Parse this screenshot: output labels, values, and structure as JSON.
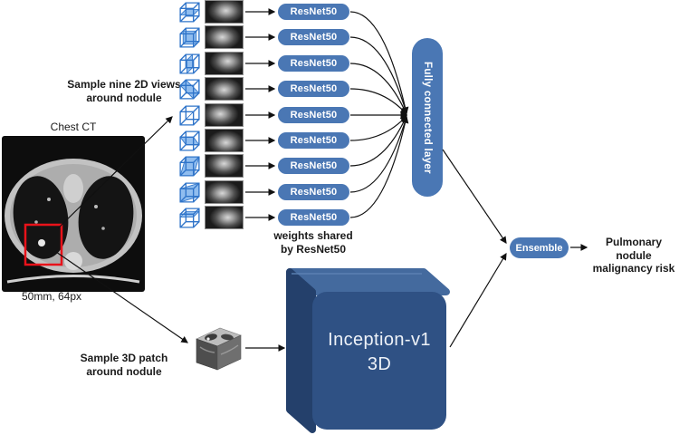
{
  "diagram": {
    "labels": {
      "chest_ct": "Chest CT",
      "ct_size": "50mm, 64px",
      "views_line1": "Sample nine 2D views",
      "views_line2": "around nodule",
      "patch_line1": "Sample 3D patch",
      "patch_line2": "around nodule",
      "weights_line1": "weights shared",
      "weights_line2": "by ResNet50",
      "fully_connected": "Fully connected layer",
      "ensemble": "Ensemble",
      "inception_line1": "Inception-v1",
      "inception_line2": "3D",
      "output_line1": "Pulmonary nodule",
      "output_line2": "malignancy risk"
    },
    "resnet_labels": [
      "ResNet50",
      "ResNet50",
      "ResNet50",
      "ResNet50",
      "ResNet50",
      "ResNet50",
      "ResNet50",
      "ResNet50",
      "ResNet50"
    ],
    "colors": {
      "pill_blue": "#4a77b4",
      "cube_front": "#2f5184",
      "cube_top": "#446a9e",
      "cube_side": "#24406b",
      "highlight_red": "#e8121a",
      "wire_blue": "#2f74c9"
    }
  }
}
